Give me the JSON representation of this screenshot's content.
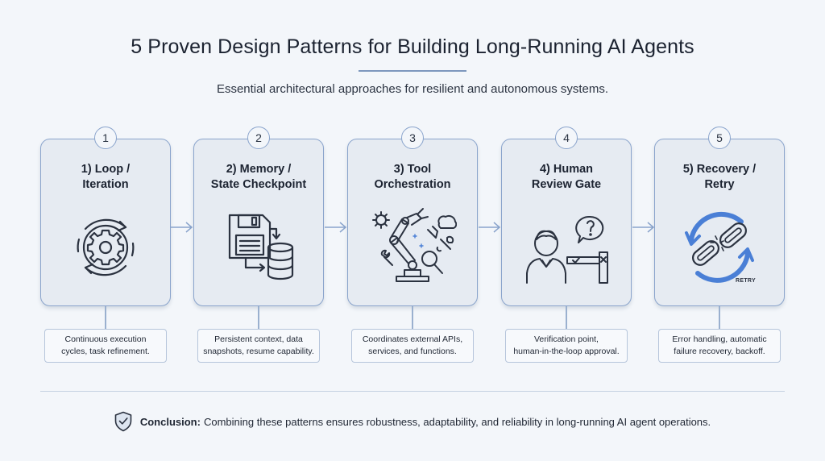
{
  "title": "5 Proven Design Patterns for Building Long-Running AI Agents",
  "subtitle": "Essential architectural approaches for resilient and autonomous systems.",
  "steps": [
    {
      "number": "1",
      "title": "1) Loop /\nIteration",
      "description": "Continuous execution\ncycles, task refinement.",
      "icon": "loop-gear-icon"
    },
    {
      "number": "2",
      "title": "2) Memory /\nState Checkpoint",
      "description": "Persistent context, data\nsnapshots, resume capability.",
      "icon": "floppy-database-icon"
    },
    {
      "number": "3",
      "title": "3) Tool\nOrchestration",
      "description": "Coordinates external APIs,\nservices, and functions.",
      "icon": "robot-arm-tools-icon"
    },
    {
      "number": "4",
      "title": "4) Human\nReview Gate",
      "description": "Verification point,\nhuman-in-the-loop approval.",
      "icon": "person-gate-icon"
    },
    {
      "number": "5",
      "title": "5) Recovery /\nRetry",
      "description": "Error handling, automatic\nfailure recovery, backoff.",
      "icon": "broken-chain-retry-icon",
      "icon_label": "RETRY"
    }
  ],
  "conclusion": {
    "label": "Conclusion:",
    "text": "Combining these patterns ensures robustness, adaptability, and reliability in long-running AI agent operations."
  },
  "colors": {
    "accent": "#7d97bd",
    "card_border": "#8aa4cc",
    "card_fill": "#e6ebf2",
    "background": "#f3f6fa",
    "retry_arrow": "#4a7fd6"
  }
}
